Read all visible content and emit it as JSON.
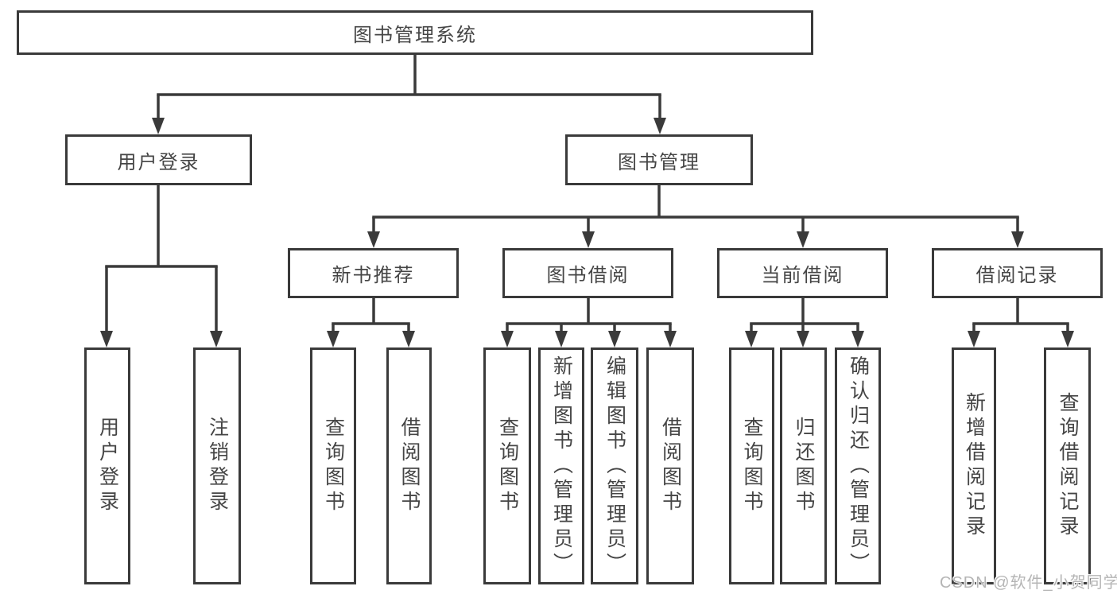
{
  "diagram": {
    "root": {
      "label": "图书管理系统"
    },
    "level2": [
      {
        "id": "user-login",
        "label": "用户登录"
      },
      {
        "id": "book-management",
        "label": "图书管理"
      }
    ],
    "level3": [
      {
        "id": "new-book-recommend",
        "label": "新书推荐"
      },
      {
        "id": "book-borrow",
        "label": "图书借阅"
      },
      {
        "id": "current-borrow",
        "label": "当前借阅"
      },
      {
        "id": "borrow-records",
        "label": "借阅记录"
      }
    ],
    "leaves": [
      {
        "id": "user-login-leaf",
        "label": "用户登录"
      },
      {
        "id": "logout",
        "label": "注销登录"
      },
      {
        "id": "query-books-newbook",
        "label": "查询图书"
      },
      {
        "id": "borrow-books-newbook",
        "label": "借阅图书"
      },
      {
        "id": "query-books-borrow",
        "label": "查询图书"
      },
      {
        "id": "add-books-admin",
        "label": "新增图书（管理员）"
      },
      {
        "id": "edit-books-admin",
        "label": "编辑图书（管理员）"
      },
      {
        "id": "borrow-books-borrow",
        "label": "借阅图书"
      },
      {
        "id": "query-books-current",
        "label": "查询图书"
      },
      {
        "id": "return-books",
        "label": "归还图书"
      },
      {
        "id": "confirm-return-admin",
        "label": "确认归还（管理员）"
      },
      {
        "id": "add-borrow-record",
        "label": "新增借阅记录"
      },
      {
        "id": "query-borrow-record",
        "label": "查询借阅记录"
      }
    ],
    "watermark": "CSDN @软件_小贺同学",
    "colors": {
      "line": "#3a3a3a",
      "text": "#454545",
      "box_background": "#ffffff",
      "watermark": "#b5b5b5",
      "page_background": "#ffffff"
    }
  }
}
